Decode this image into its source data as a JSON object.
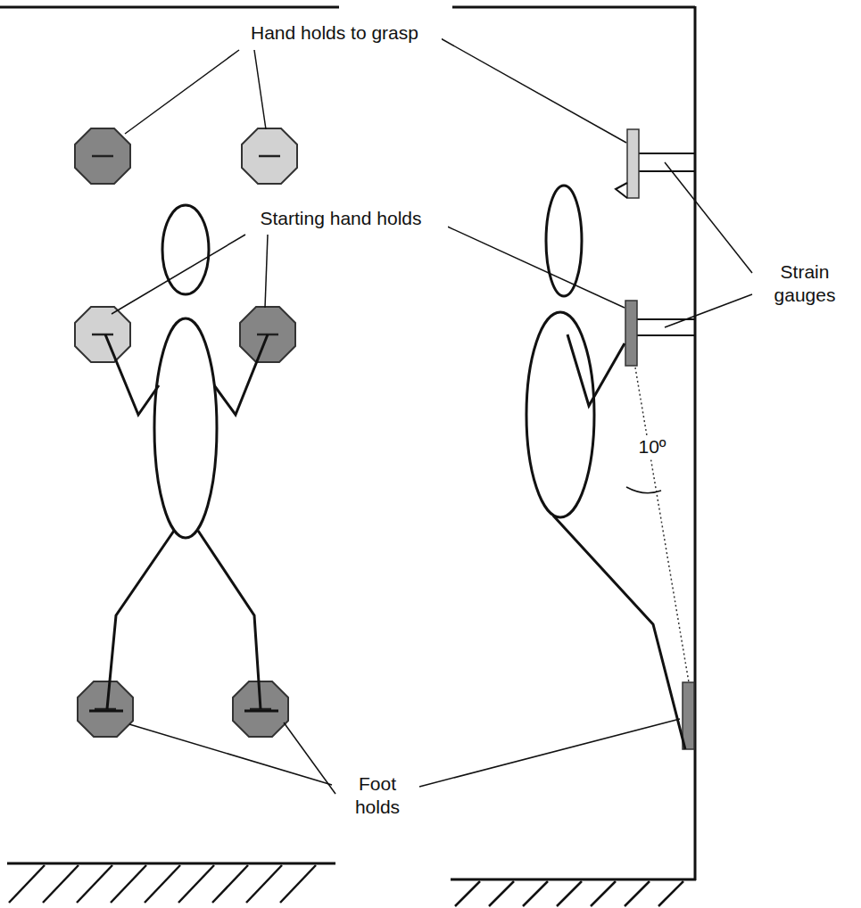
{
  "diagram": {
    "labels": [
      "Hand holds to grasp",
      "Starting hand holds",
      "Strain gauges",
      "10º",
      "Foot holds"
    ]
  }
}
